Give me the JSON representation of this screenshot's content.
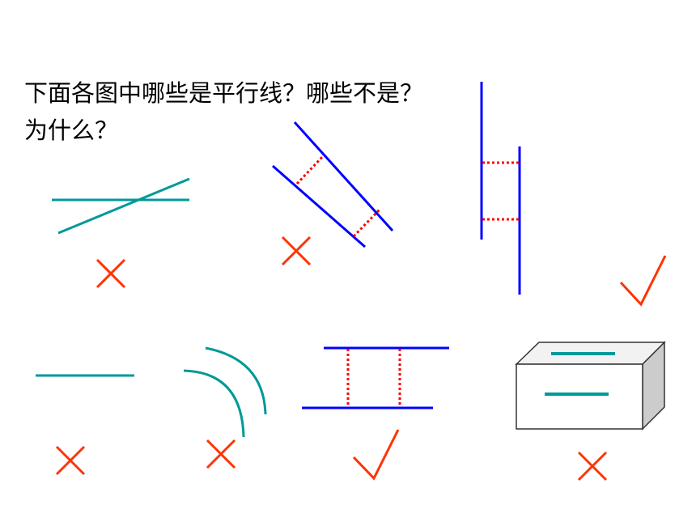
{
  "question": {
    "line1": "下面各图中哪些是平行线？哪些不是？",
    "line2": "为什么？"
  },
  "colors": {
    "teal": "#009999",
    "blue": "#0000ff",
    "red_dotted": "#ff0000",
    "mark": "#ff3300",
    "box_side": "#cccccc",
    "box_top": "#f2f2f2"
  },
  "figures": [
    {
      "id": "crossing-lines",
      "answer": "×",
      "parallel": false
    },
    {
      "id": "slanted-blue-lines",
      "answer": "×",
      "parallel": false
    },
    {
      "id": "vertical-blue-lines",
      "answer": "✓",
      "parallel": true
    },
    {
      "id": "single-line",
      "answer": "×",
      "parallel": false
    },
    {
      "id": "two-arcs",
      "answer": "×",
      "parallel": false
    },
    {
      "id": "horizontal-blue-lines",
      "answer": "✓",
      "parallel": true
    },
    {
      "id": "box-lines",
      "answer": "×",
      "parallel": false
    }
  ]
}
